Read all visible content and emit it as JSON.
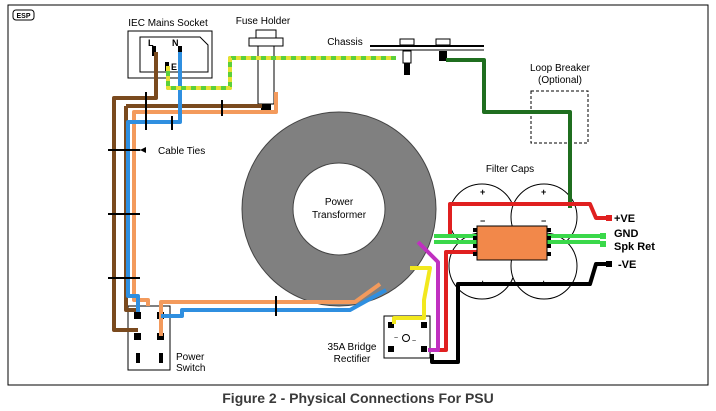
{
  "logo": "ESP",
  "labels": {
    "iec_socket": "IEC Mains Socket",
    "fuse_holder": "Fuse Holder",
    "chassis": "Chassis",
    "loop_breaker_1": "Loop Breaker",
    "loop_breaker_2": "(Optional)",
    "cable_ties": "Cable Ties",
    "transformer_1": "Power",
    "transformer_2": "Transformer",
    "filter_caps": "Filter Caps",
    "pos_ve": "+VE",
    "gnd": "GND",
    "spk_ret": "Spk Ret",
    "neg_ve": "-VE",
    "rectifier_1": "35A Bridge",
    "rectifier_2": "Rectifier",
    "power_switch_1": "Power",
    "power_switch_2": "Switch",
    "iec_l": "L",
    "iec_n": "N",
    "iec_e": "E",
    "plus": "+",
    "minus": "−"
  },
  "caption": "Figure 2 - Physical Connections For PSU",
  "colors": {
    "brown": "#7a4a1e",
    "blue": "#2f8fe0",
    "orange": "#f39a5c",
    "green_yellow_a": "#5cd03a",
    "green_yellow_b": "#e8e030",
    "dark_green": "#1f6e1f",
    "red": "#e02020",
    "black": "#000000",
    "yellow": "#f2e81e",
    "magenta": "#c030c0",
    "green": "#3ad84a",
    "transformer": "#808080",
    "terminal_block": "#f2884a"
  }
}
